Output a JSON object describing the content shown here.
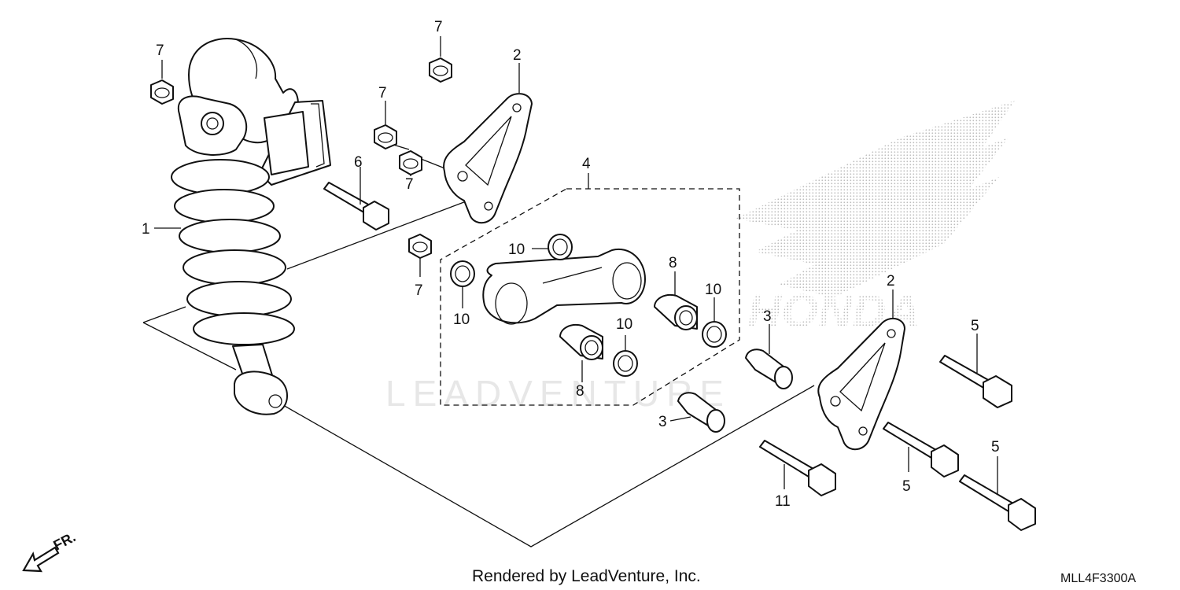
{
  "watermark": {
    "text": "LEADVENTURE",
    "brand_text": "HONDA"
  },
  "footer": {
    "rendered_by": "Rendered by LeadVenture, Inc.",
    "diagram_code": "MLL4F3300A"
  },
  "direction": {
    "label": "FR."
  },
  "callouts": {
    "shock": "1",
    "bracket_left": "2",
    "bracket_right": "2",
    "collar_a": "3",
    "collar_b": "3",
    "link_group": "4",
    "bolt_a": "5",
    "bolt_b": "5",
    "bolt_c": "5",
    "bolt_6": "6",
    "nut_a": "7",
    "nut_b": "7",
    "nut_c": "7",
    "nut_d": "7",
    "nut_e": "7",
    "bearing_a": "8",
    "bearing_b": "8",
    "seal_a": "10",
    "seal_b": "10",
    "seal_c": "10",
    "seal_d": "10",
    "bolt_11": "11"
  }
}
